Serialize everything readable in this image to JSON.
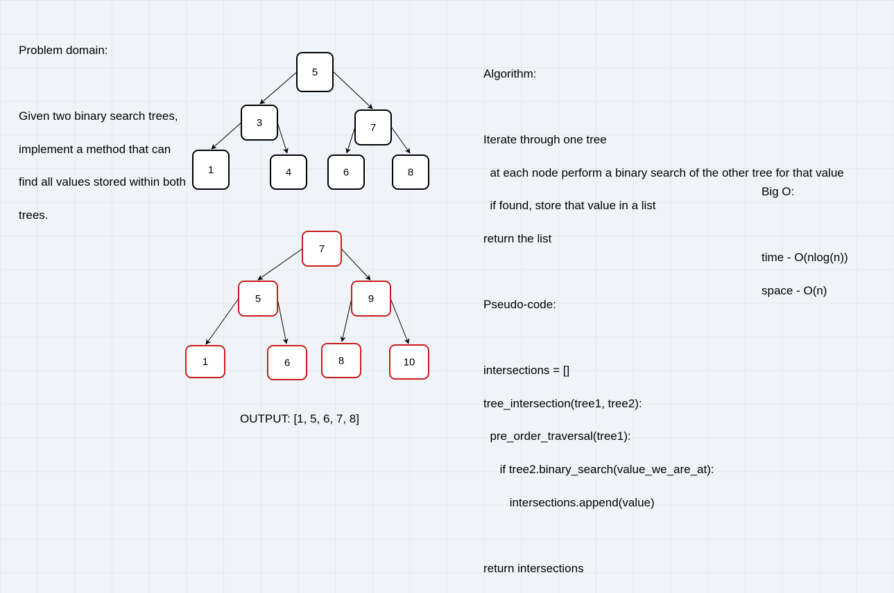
{
  "problem_domain": {
    "heading": "Problem domain:",
    "lines": [
      "Given two binary search trees,",
      "implement a method that can",
      "find all values stored within both",
      "trees."
    ]
  },
  "algorithm": {
    "heading": "Algorithm:",
    "lines": [
      "Iterate through one tree",
      "  at each node perform a binary search of the other tree for that value",
      "  if found, store that value in a list",
      "return the list"
    ]
  },
  "pseudo_code": {
    "heading": "Pseudo-code:",
    "lines": [
      "intersections = []",
      "tree_intersection(tree1, tree2):",
      "  pre_order_traversal(tree1):",
      "     if tree2.binary_search(value_we_are_at):",
      "        intersections.append(value)",
      "",
      "return intersections"
    ]
  },
  "big_o": {
    "heading": "Big O:",
    "lines": [
      "time - O(nlog(n))",
      "space - O(n)"
    ]
  },
  "output": {
    "text": "OUTPUT: [1, 5, 6, 7, 8]"
  },
  "tree1": {
    "color": "#000000",
    "nodes": [
      {
        "id": "a",
        "value": "5"
      },
      {
        "id": "b",
        "value": "3"
      },
      {
        "id": "c",
        "value": "7"
      },
      {
        "id": "d",
        "value": "1"
      },
      {
        "id": "e",
        "value": "4"
      },
      {
        "id": "f",
        "value": "6"
      },
      {
        "id": "g",
        "value": "8"
      }
    ],
    "edges": [
      [
        "a",
        "b"
      ],
      [
        "a",
        "c"
      ],
      [
        "b",
        "d"
      ],
      [
        "b",
        "e"
      ],
      [
        "c",
        "f"
      ],
      [
        "c",
        "g"
      ]
    ]
  },
  "tree2": {
    "color": "#c91c1c",
    "nodes": [
      {
        "id": "a",
        "value": "7"
      },
      {
        "id": "b",
        "value": "5"
      },
      {
        "id": "c",
        "value": "9"
      },
      {
        "id": "d",
        "value": "1"
      },
      {
        "id": "e",
        "value": "6"
      },
      {
        "id": "f",
        "value": "8"
      },
      {
        "id": "g",
        "value": "10"
      }
    ],
    "edges": [
      [
        "a",
        "b"
      ],
      [
        "a",
        "c"
      ],
      [
        "b",
        "d"
      ],
      [
        "b",
        "e"
      ],
      [
        "c",
        "f"
      ],
      [
        "c",
        "g"
      ]
    ]
  }
}
